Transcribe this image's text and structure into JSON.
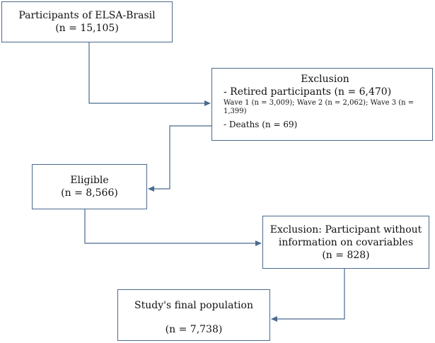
{
  "boxes": {
    "participants": {
      "title": "Participants of ELSA-Brasil",
      "count": "(n = 15,105)"
    },
    "exclusion1": {
      "title": "Exclusion",
      "retired": "- Retired participants (n = 6,470)",
      "waves": "Wave 1 (n = 3,009); Wave 2 (n = 2,062); Wave 3 (n = 1,399)",
      "deaths": "- Deaths (n = 69)"
    },
    "eligible": {
      "title": "Eligible",
      "count": "(n = 8,566)"
    },
    "exclusion2": {
      "line1": "Exclusion: Participant without",
      "line2": "information on covariables",
      "count": "(n = 828)"
    },
    "final": {
      "title": "Study's final population",
      "count": "(n = 7,738)"
    }
  },
  "colors": {
    "border": "#4a6a8e",
    "arrow": "#4a6a8e"
  }
}
